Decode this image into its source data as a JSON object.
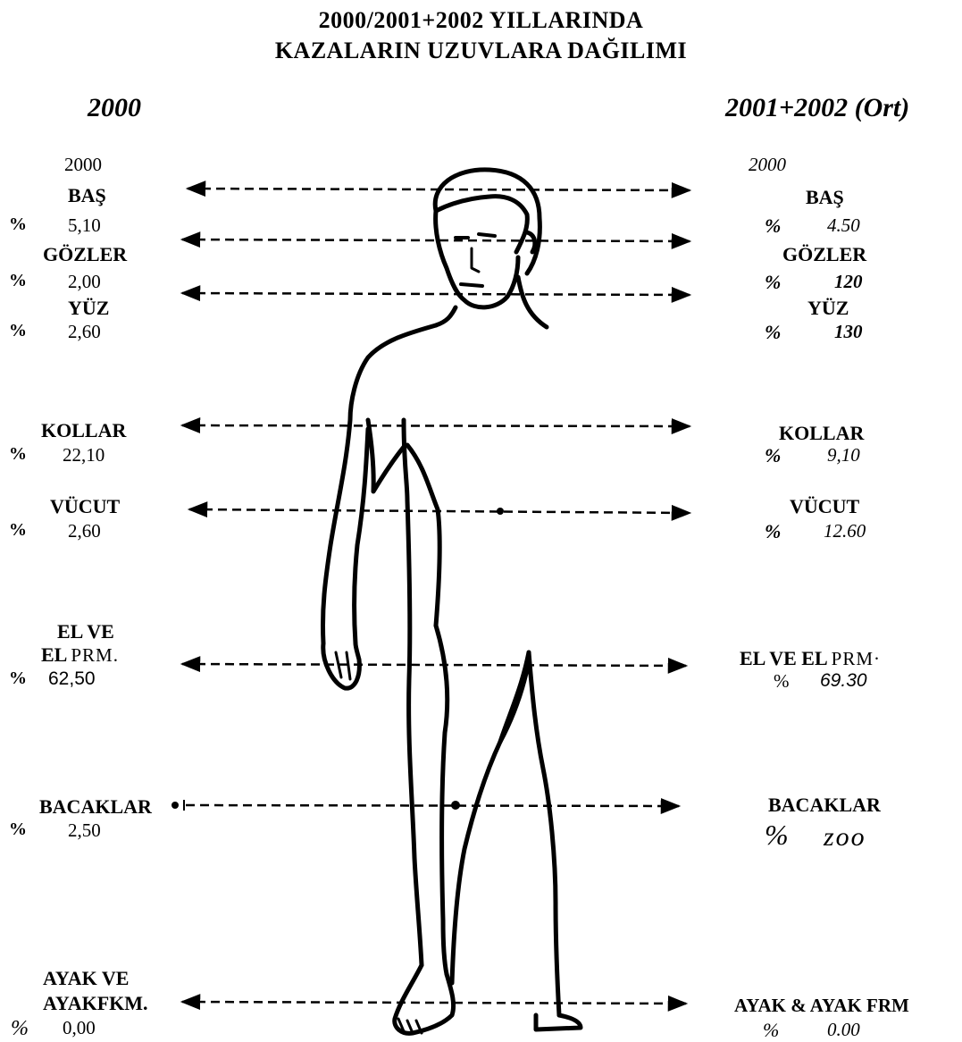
{
  "title": {
    "line1": "2000/2001+2002 YILLARINDA",
    "line2": "KAZALARIN UZUVLARA DAĞILIMI"
  },
  "left_year": "2000",
  "right_year": "2001+2002 (Ort)",
  "left": {
    "sub_year": "2000",
    "pct": "%",
    "bas": {
      "label": "BAŞ",
      "value": "5,10"
    },
    "gozler": {
      "label": "GÖZLER",
      "value": "2,00"
    },
    "yuz": {
      "label": "YÜZ",
      "value": "2,60"
    },
    "kollar": {
      "label": "KOLLAR",
      "value": "22,10"
    },
    "vucut": {
      "label": "VÜCUT",
      "value": "2,60"
    },
    "el": {
      "label1": "EL VE",
      "label2": "EL",
      "label2_rest": "PRM.",
      "value": "62,50"
    },
    "bacaklar": {
      "label": "BACAKLAR",
      "value": "2,50"
    },
    "ayak": {
      "label1": "AYAK VE",
      "label2": "AYAKFKM.",
      "value": "0,00"
    }
  },
  "right": {
    "sub_year": "2000",
    "pct": "%",
    "bas": {
      "label": "BAŞ",
      "value": "4.50"
    },
    "gozler": {
      "label": "GÖZLER",
      "value": "120"
    },
    "yuz": {
      "label": "YÜZ",
      "value": "130"
    },
    "kollar": {
      "label": "KOLLAR",
      "value": "9,10"
    },
    "vucut": {
      "label": "VÜCUT",
      "value": "12.60"
    },
    "el": {
      "label_bold": "EL VE EL",
      "label_rest": "PRM·",
      "value": "69.30"
    },
    "bacaklar": {
      "label": "BACAKLAR",
      "value": "zoo"
    },
    "ayak": {
      "label": "AYAK & AYAK FRM",
      "value": "0.00"
    }
  }
}
